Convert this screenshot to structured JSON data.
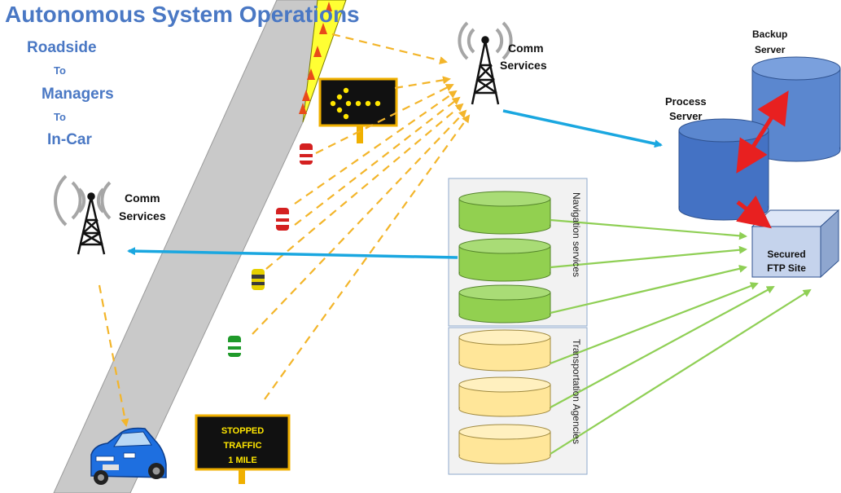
{
  "title": "Autonomous System Operations",
  "flow": {
    "roadside": "Roadside",
    "to1": "To",
    "managers": "Managers",
    "to2": "To",
    "incar": "In-Car"
  },
  "comm_left": {
    "line1": "Comm",
    "line2": "Services"
  },
  "comm_top": {
    "line1": "Comm",
    "line2": "Services"
  },
  "servers": {
    "backup": {
      "line1": "Backup",
      "line2": "Server"
    },
    "process": {
      "line1": "Process",
      "line2": "Server"
    }
  },
  "ftp": {
    "line1": "Secured",
    "line2": "FTP Site"
  },
  "groups": {
    "navigation": "Navigation services",
    "transportation": "Transportation Agencies"
  },
  "sign": {
    "line1": "STOPPED",
    "line2": "TRAFFIC",
    "line3": "1 MILE"
  },
  "colors": {
    "title_blue": "#4a78c4",
    "cyan_link": "#1aa7e0",
    "yellow_dash": "#f3b52a",
    "green_link": "#8fcf55",
    "red_arrow": "#e82020",
    "db_blue": "#4472c4",
    "db_green": "#92d050",
    "db_yellow": "#ffe699"
  }
}
